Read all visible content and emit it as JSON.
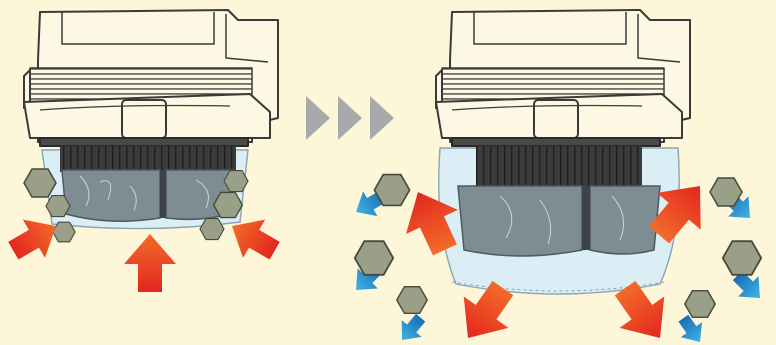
{
  "colors": {
    "background": "#fdf6d8",
    "device_fill": "#fdf8e3",
    "device_stroke": "#3a3a3a",
    "filter_body": "#7e8d93",
    "filter_body_dark": "#5e6b70",
    "filter_gap": "#3d4346",
    "pleat_band": "#3b3b3b",
    "bag_fill": "#dbeef6",
    "particle_fill": "#9aa088",
    "particle_stroke": "#464a3a",
    "inward_arrow_top": "#f36b2a",
    "inward_arrow_bottom": "#e3261f",
    "outward_arrow_top": "#e3261f",
    "outward_arrow_bottom": "#f36b2a",
    "blue_arrow_top": "#3fb4e6",
    "blue_arrow_bottom": "#1a6eb6",
    "step_arrow": "#a7a9ab"
  },
  "panels": [
    {
      "id": "before",
      "description_icon": "inward-airflow-collecting-dust"
    },
    {
      "id": "after",
      "description_icon": "outward-airflow-ejecting-dust"
    }
  ],
  "transition_icon": "triple-chevron-right-icon"
}
